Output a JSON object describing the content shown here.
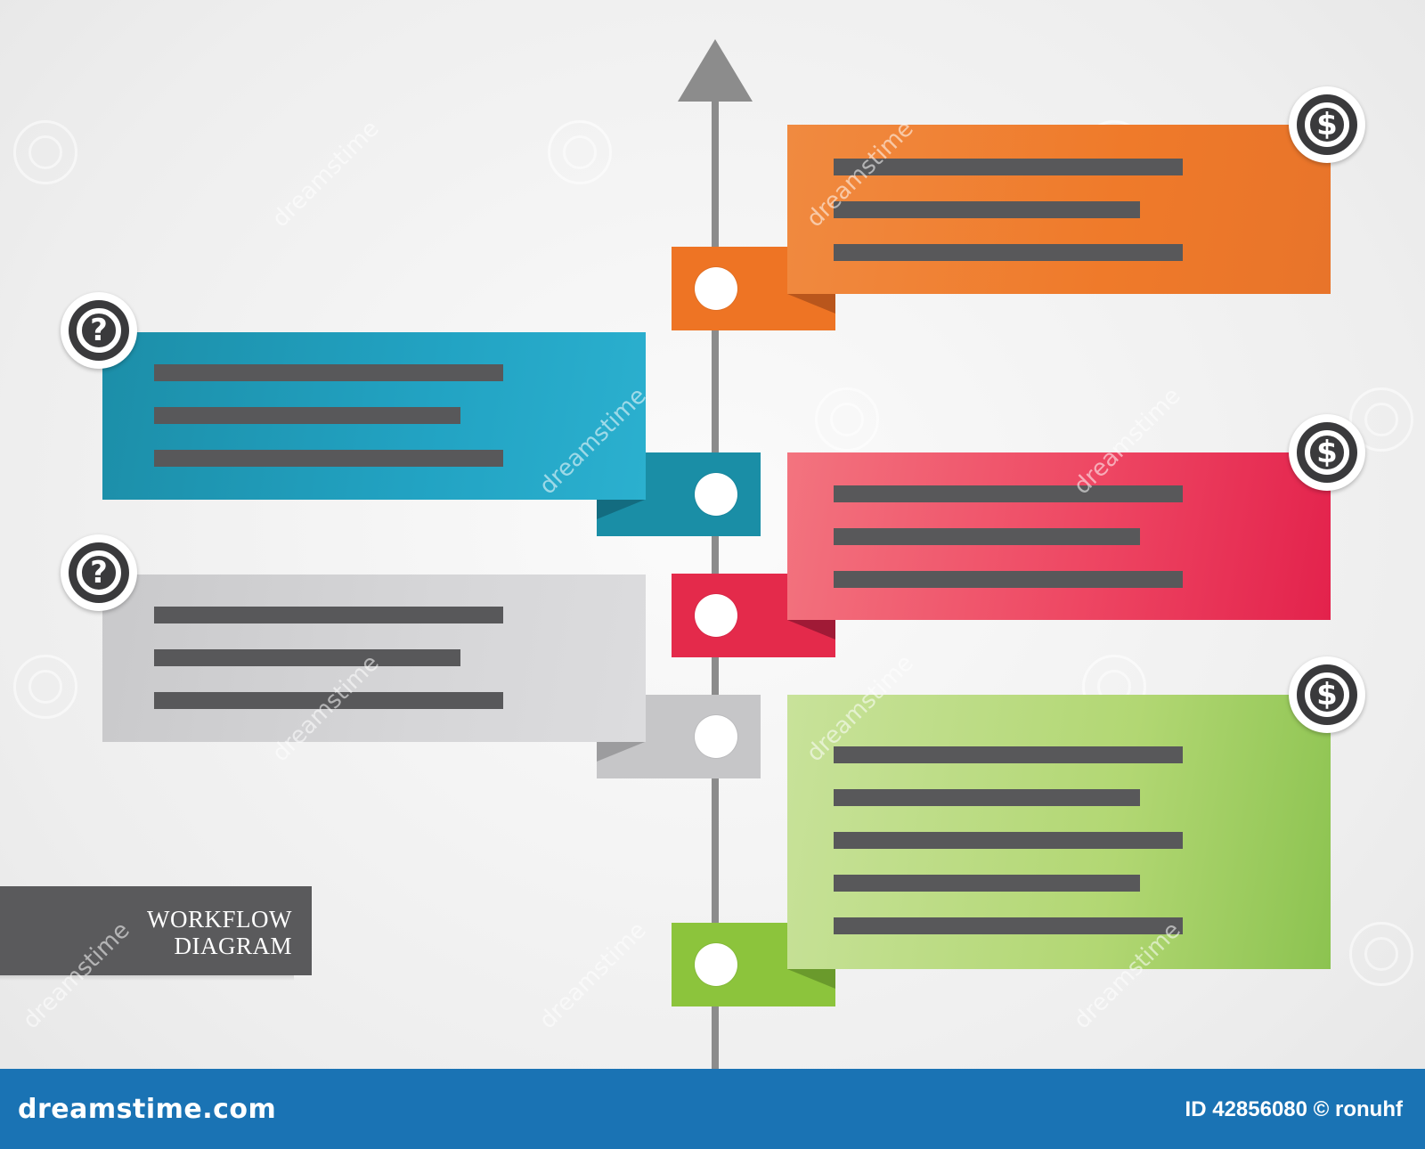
{
  "diagram": {
    "label_line1": "WORKFLOW",
    "label_line2": "DIAGRAM",
    "items": [
      {
        "side": "right",
        "color": "#ef7a2a",
        "icon": "dollar-icon",
        "badge_symbol": "$",
        "text_lines": 3
      },
      {
        "side": "left",
        "color": "#1c9ab8",
        "icon": "question-icon",
        "badge_symbol": "?",
        "text_lines": 3
      },
      {
        "side": "right",
        "color": "#e8375a",
        "icon": "dollar-icon",
        "badge_symbol": "$",
        "text_lines": 3
      },
      {
        "side": "left",
        "color": "#d0d0d2",
        "icon": "question-icon",
        "badge_symbol": "?",
        "text_lines": 3
      },
      {
        "side": "right",
        "color": "#9fce5e",
        "icon": "dollar-icon",
        "badge_symbol": "$",
        "text_lines": 5
      }
    ]
  },
  "footer": {
    "site": "dreamstime.com",
    "credit": "ID 42856080 © ronuhf",
    "color": "#1a73b4"
  },
  "watermark": {
    "text": "dreamstime"
  }
}
